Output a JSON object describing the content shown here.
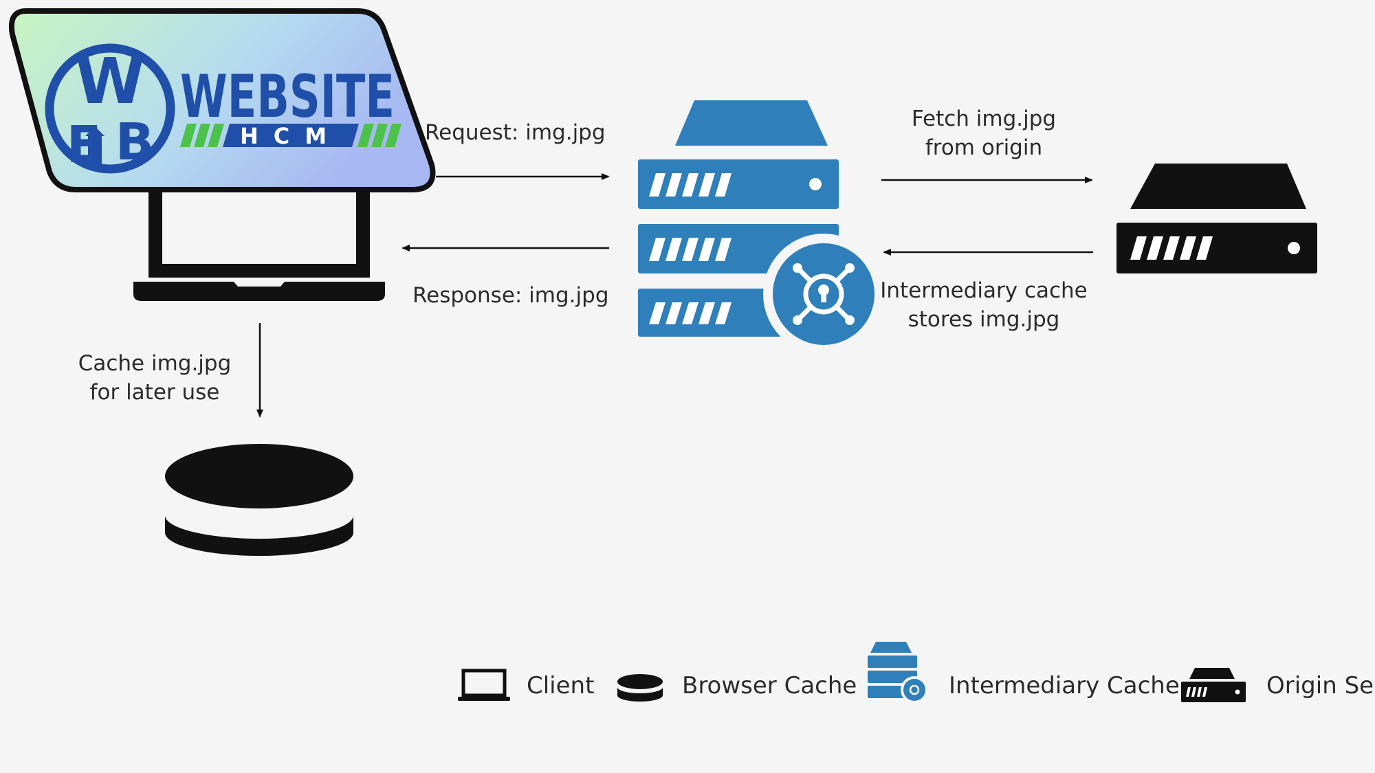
{
  "colors": {
    "background": "#f5f5f5",
    "ink": "#111111",
    "accent_blue": "#2e7fba",
    "logo_blue": "#1f4fa8",
    "logo_green": "#4cc24a"
  },
  "logo": {
    "brand_main": "WEBSITE",
    "brand_sub": "HCM",
    "monogram_letters": [
      "W",
      "E",
      "B"
    ]
  },
  "diagram": {
    "request_label": "Request: img.jpg",
    "response_label": "Response: img.jpg",
    "fetch_label_line1": "Fetch img.jpg",
    "fetch_label_line2": "from origin",
    "store_label_line1": "Intermediary cache",
    "store_label_line2": "stores img.jpg",
    "cache_label_line1": "Cache img.jpg",
    "cache_label_line2": "for later use"
  },
  "legend": {
    "client": "Client",
    "browser_cache": "Browser Cache",
    "intermediary_cache": "Intermediary Cache",
    "origin_server": "Origin Server"
  }
}
